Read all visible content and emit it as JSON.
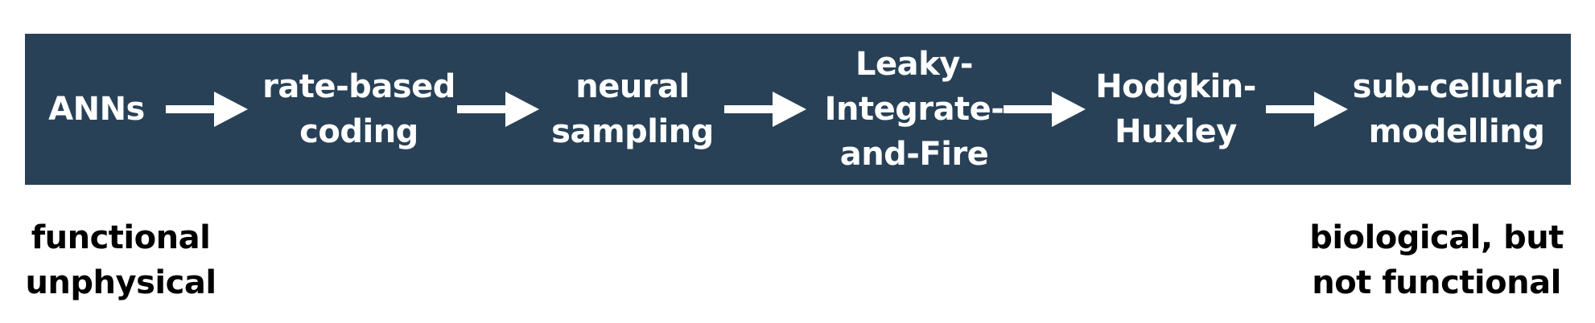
{
  "diagram": {
    "band_color": "#284157",
    "text_color": "#ffffff",
    "arrow_color": "#ffffff",
    "nodes": [
      {
        "id": "anns",
        "lines": [
          "ANNs"
        ]
      },
      {
        "id": "rate-based-coding",
        "lines": [
          "rate-based",
          "coding"
        ]
      },
      {
        "id": "neural-sampling",
        "lines": [
          "neural",
          "sampling"
        ]
      },
      {
        "id": "leaky-integrate-and-fire",
        "lines": [
          "Leaky-",
          "Integrate-",
          "and-Fire"
        ]
      },
      {
        "id": "hodgkin-huxley",
        "lines": [
          "Hodgkin-",
          "Huxley"
        ]
      },
      {
        "id": "sub-cellular-modelling",
        "lines": [
          "sub-cellular",
          "modelling"
        ]
      }
    ],
    "edges": [
      {
        "from": "anns",
        "to": "rate-based-coding"
      },
      {
        "from": "rate-based-coding",
        "to": "neural-sampling"
      },
      {
        "from": "neural-sampling",
        "to": "leaky-integrate-and-fire"
      },
      {
        "from": "leaky-integrate-and-fire",
        "to": "hodgkin-huxley"
      },
      {
        "from": "hodgkin-huxley",
        "to": "sub-cellular-modelling"
      }
    ]
  },
  "captions": {
    "left": {
      "lines": [
        "functional",
        "unphysical"
      ]
    },
    "right": {
      "lines": [
        "biological, but",
        "not functional"
      ]
    }
  }
}
